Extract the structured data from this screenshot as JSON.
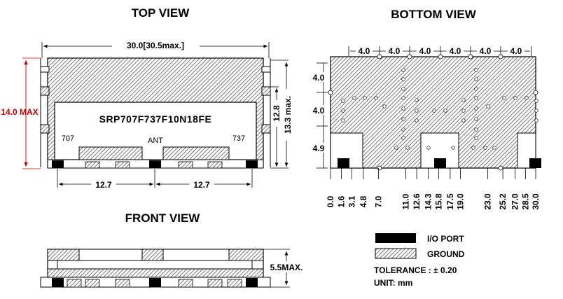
{
  "top_view": {
    "title": "TOP  VIEW",
    "width_label": "30.0[30.5max.]",
    "height_max_label": "14.0 MAX",
    "dim_right_1": "12.8",
    "dim_right_2": "13.3 max.",
    "part_number": "SRP707F737F10N18FE",
    "pin_left": "707",
    "pin_center": "ANT",
    "pin_right": "737",
    "spacing_left": "12.7",
    "spacing_right": "12.7"
  },
  "bottom_view": {
    "title": "BOTTOM   VIEW",
    "top_spacings": [
      "4.0",
      "4.0",
      "4.0",
      "4.0",
      "4.0",
      "4.0"
    ],
    "left_spacings": [
      "4.0",
      "4.0",
      "4.9"
    ],
    "x_positions": [
      "0.0",
      "1.6",
      "3.1",
      "4.8",
      "7.0",
      "11.0",
      "12.6",
      "14.3",
      "15.8",
      "17.5",
      "19.0",
      "23.0",
      "25.2",
      "27.0",
      "28.5",
      "30.0"
    ]
  },
  "front_view": {
    "title": "FRONT VIEW",
    "height_label": "5.5MAX."
  },
  "legend": {
    "io_port": "I/O PORT",
    "ground": "GROUND",
    "tolerance": "TOLERANCE : ± 0.20",
    "unit": "UNIT:  mm"
  },
  "colors": {
    "line": "#000000",
    "red_dimension": "#cc0000",
    "io_port_fill": "#000000",
    "ground_hatch": "#444444"
  }
}
